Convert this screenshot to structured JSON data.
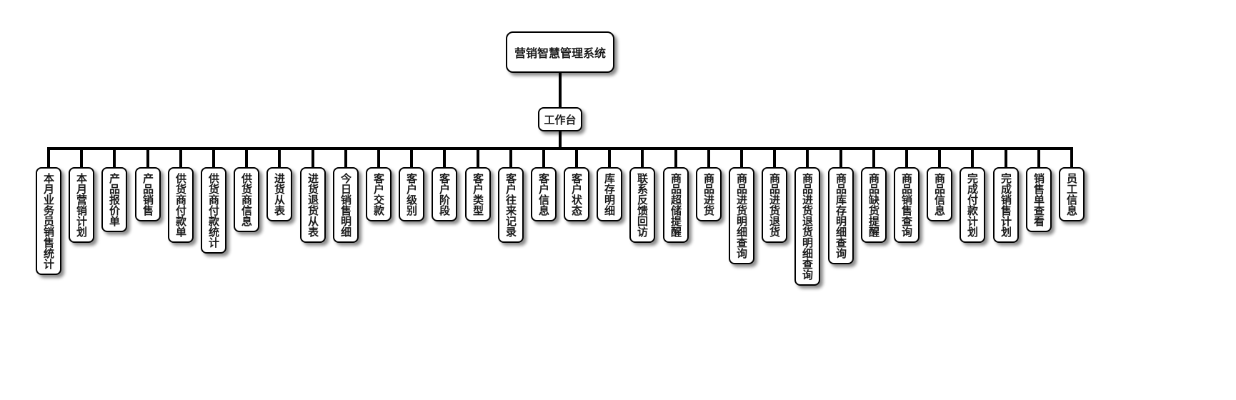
{
  "diagram": {
    "root": "营销智慧管理系统",
    "middle": "工作台",
    "children": [
      "本月业务员销售统计",
      "本月营销计划",
      "产品报价单",
      "产品销售",
      "供货商付款单",
      "供货商付款统计",
      "供货商信息",
      "进货从表",
      "进货退货从表",
      "今日销售明细",
      "客户交款",
      "客户级别",
      "客户阶段",
      "客户类型",
      "客户往来记录",
      "客户信息",
      "客户状态",
      "库存明细",
      "联系反馈回访",
      "商品超储提醒",
      "商品进货",
      "商品进货明细查询",
      "商品进货退货",
      "商品进货退货明细查询",
      "商品库存明细查询",
      "商品缺货提醒",
      "商品销售查询",
      "商品信息",
      "完成付款计划",
      "完成销售计划",
      "销售单查看",
      "员工信息"
    ]
  }
}
